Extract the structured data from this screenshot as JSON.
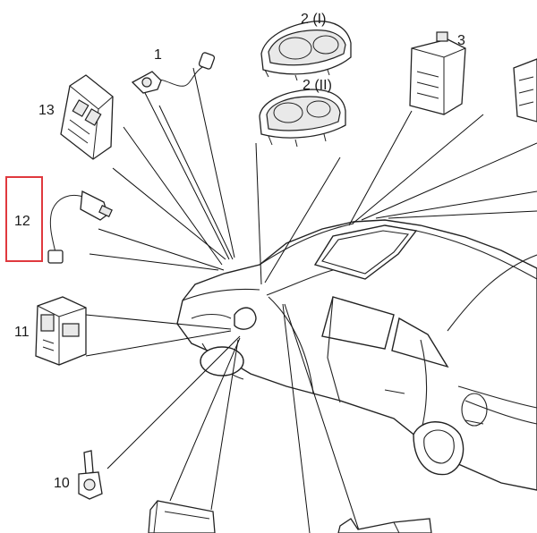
{
  "diagram": {
    "callouts": [
      {
        "key": "p1",
        "label": "1"
      },
      {
        "key": "p2a",
        "label": "2 (I)"
      },
      {
        "key": "p2b",
        "label": "2 (II)"
      },
      {
        "key": "p3",
        "label": "3"
      },
      {
        "key": "p10",
        "label": "10"
      },
      {
        "key": "p11",
        "label": "11"
      },
      {
        "key": "p12",
        "label": "12"
      },
      {
        "key": "p13",
        "label": "13"
      }
    ],
    "highlight": {
      "label": "12",
      "color": "#e0393e"
    },
    "colors": {
      "line": "#222222",
      "background": "#ffffff"
    }
  }
}
